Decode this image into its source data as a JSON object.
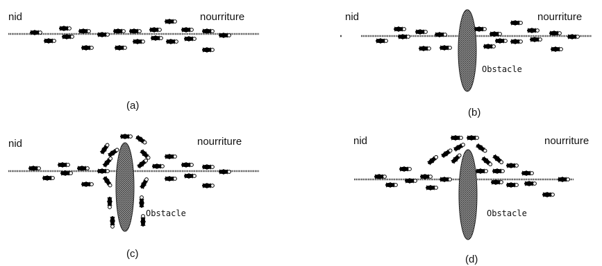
{
  "panels": [
    {
      "id": "a",
      "nest_label": "nid",
      "food_label": "nourriture",
      "caption": "(a)",
      "obstacle_label": ""
    },
    {
      "id": "b",
      "nest_label": "nid",
      "food_label": "nourriture",
      "caption": "(b)",
      "obstacle_label": "Obstacle"
    },
    {
      "id": "c",
      "nest_label": "nid",
      "food_label": "nourriture",
      "caption": "(c)",
      "obstacle_label": "Obstacle"
    },
    {
      "id": "d",
      "nest_label": "nid",
      "food_label": "nourriture",
      "caption": "(d)",
      "obstacle_label": "Obstacle"
    }
  ],
  "colors": {
    "ink": "#111111",
    "obstacle_fill": "#8a8a8a",
    "trail": "#444444"
  },
  "icons": {
    "ant": "ant-icon",
    "obstacle": "ellipse-obstacle"
  }
}
